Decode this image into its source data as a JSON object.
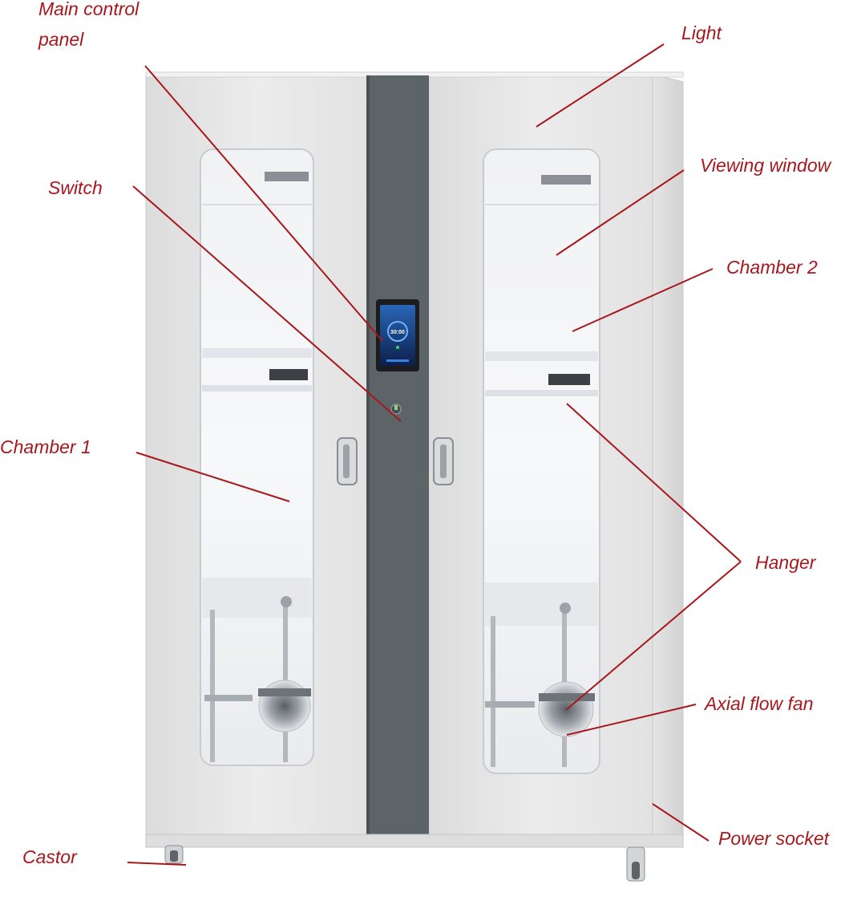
{
  "diagram": {
    "labels": {
      "main_control_panel_line1": "Main control",
      "main_control_panel_line2": "panel",
      "light": "Light",
      "switch": "Switch",
      "viewing_window": "Viewing window",
      "chamber_2": "Chamber 2",
      "chamber_1": "Chamber 1",
      "hanger": "Hanger",
      "axial_flow_fan": "Axial flow fan",
      "castor": "Castor",
      "power_socket": "Power socket"
    },
    "screen": {
      "timer": "30:00"
    },
    "colors": {
      "annotation": "#a8171c",
      "cabinet": "#e8e8e8",
      "center_strip": "#5c6468",
      "screen_accent": "#1e7fd6"
    }
  }
}
